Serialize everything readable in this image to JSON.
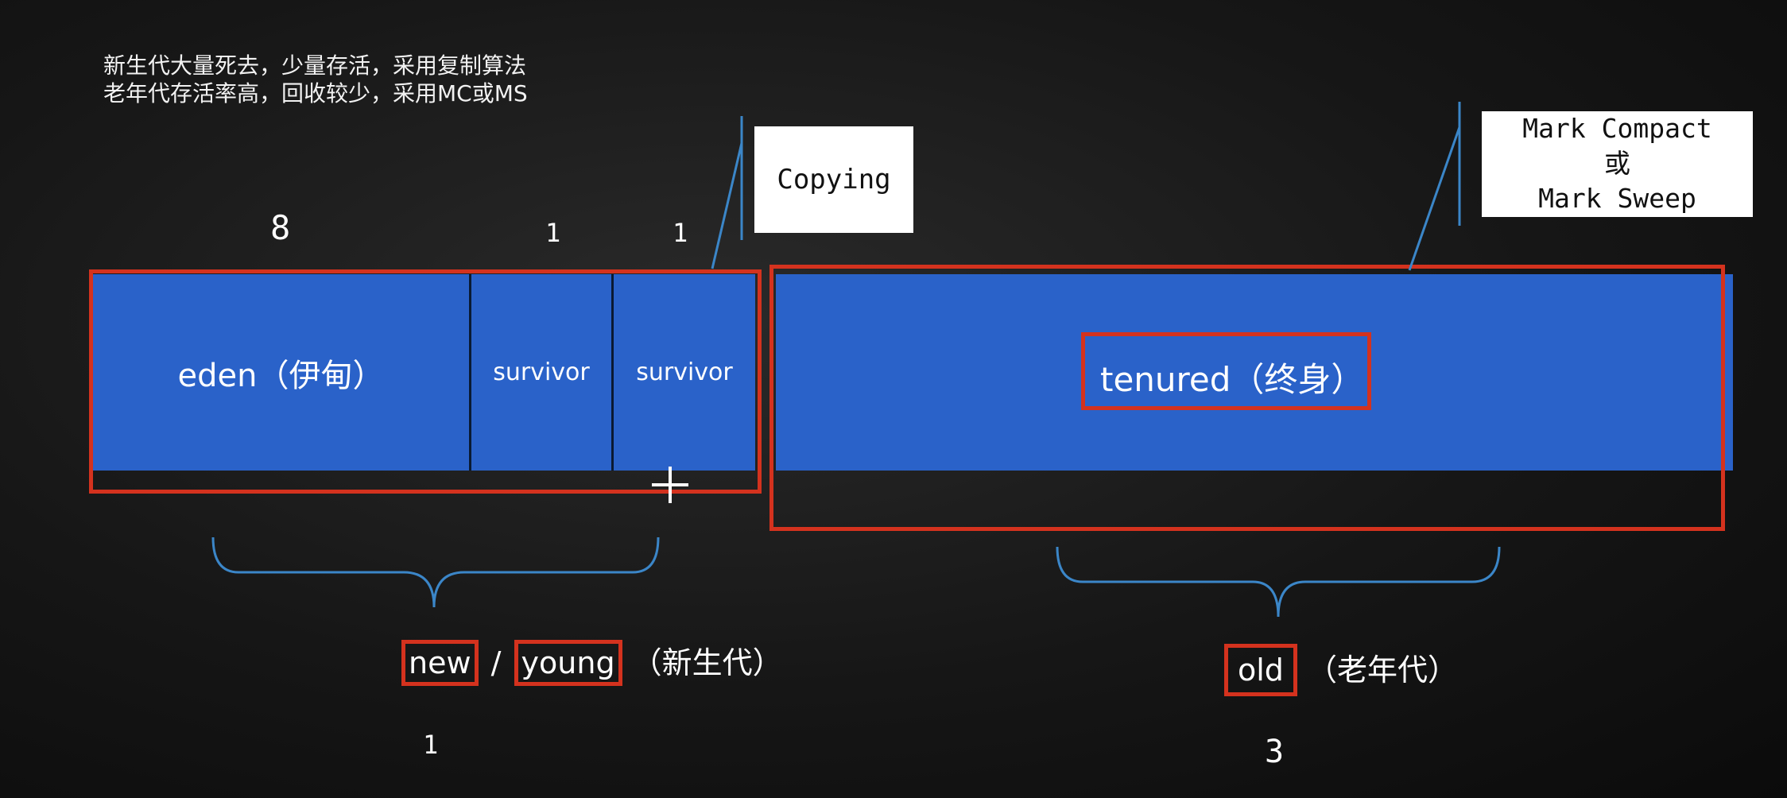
{
  "notes": [
    "新生代大量死去，少量存活，采用复制算法",
    "老年代存活率高，回收较少，采用MC或MS"
  ],
  "ratios": {
    "eden": "8",
    "survivor1": "1",
    "survivor2": "1",
    "new_gen": "1",
    "old_gen": "3"
  },
  "blocks": {
    "eden": "eden（伊甸）",
    "survivor1": "survivor",
    "survivor2": "survivor",
    "tenured": "tenured（终身）"
  },
  "callouts": {
    "young": "Copying",
    "old_line1": "Mark Compact",
    "old_line2": "或",
    "old_line3": "Mark Sweep"
  },
  "labels": {
    "new": "new",
    "slash": "/",
    "young": "young",
    "young_suffix": "（新生代）",
    "old": "old",
    "old_suffix": "（老年代）"
  },
  "colors": {
    "block": "#2a62c9",
    "highlight": "#d4321e",
    "background": "#161616"
  }
}
